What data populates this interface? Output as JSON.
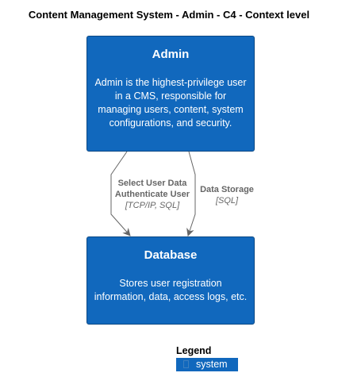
{
  "title": "Content Management System - Admin - C4 - Context level",
  "nodes": {
    "admin": {
      "title": "Admin",
      "description": "Admin is the highest-privilege user in a CMS, responsible for managing users, content, system configurations, and security."
    },
    "database": {
      "title": "Database",
      "description": "Stores user registration information, data, access logs, etc."
    }
  },
  "edges": [
    {
      "label_line1": "Select User Data",
      "label_line2": "Authenticate User",
      "technology": "[TCP/IP, SQL]"
    },
    {
      "label_line1": "Data Storage",
      "technology": "[SQL]"
    }
  ],
  "legend": {
    "title": "Legend",
    "items": [
      {
        "label": "system"
      }
    ]
  },
  "colors": {
    "system_fill": "#1168BD",
    "system_border": "#0B4884",
    "edge_line": "#666666"
  }
}
